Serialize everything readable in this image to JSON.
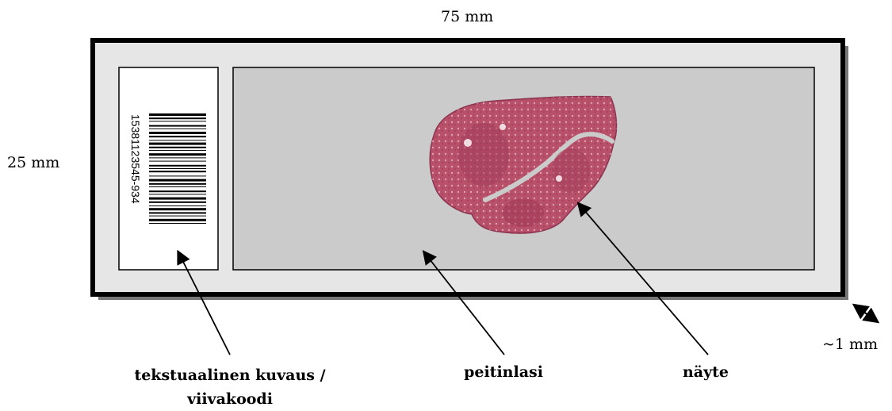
{
  "dimensions": {
    "width": "75 mm",
    "height": "25 mm",
    "thickness": "~1 mm"
  },
  "slide": {
    "barcode_text": "15381123545-934"
  },
  "labels": {
    "barcode_line1": "tekstuaalinen kuvaus /",
    "barcode_line2": "viivakoodi",
    "coverslip": "peitinlasi",
    "sample": "näyte"
  },
  "colors": {
    "slide_fill": "#e6e6e6",
    "coverslip_fill": "#cbcbcb",
    "tissue": "#b8506a",
    "frame": "#000000",
    "shadow": "#777777"
  }
}
